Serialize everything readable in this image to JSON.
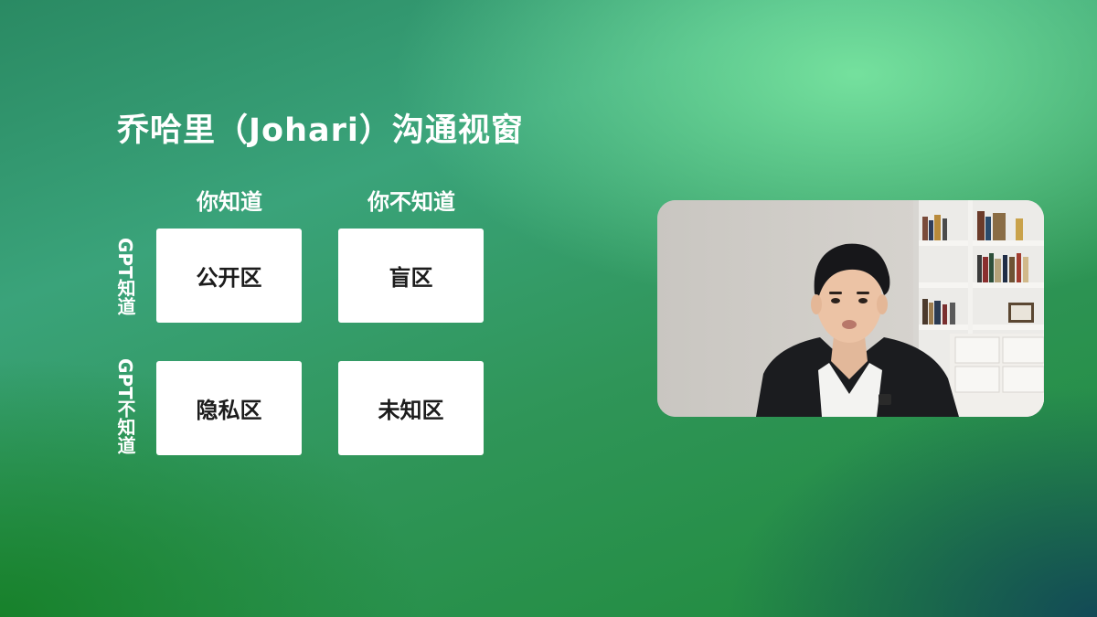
{
  "slide": {
    "title": "乔哈里（Johari）沟通视窗",
    "columns": [
      "你知道",
      "你不知道"
    ],
    "rows": [
      "GPT知道",
      "GPT不知道"
    ],
    "quadrants": [
      "公开区",
      "盲区",
      "隐私区",
      "未知区"
    ]
  },
  "colors": {
    "text": "#ffffff",
    "card": "#ffffff",
    "card_text": "#1c1c1c",
    "bg_light_green": "#78e4a0",
    "bg_dark_green": "#168028",
    "bg_teal": "#124658"
  }
}
